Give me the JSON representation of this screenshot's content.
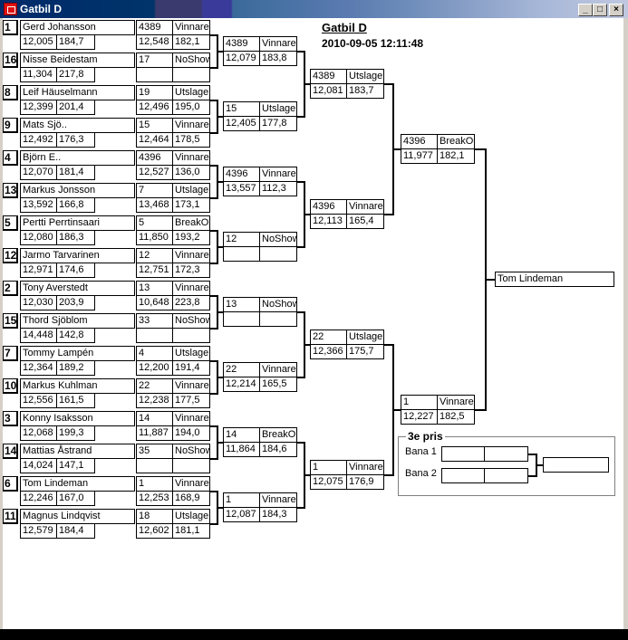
{
  "window": {
    "title": "Gatbil D",
    "minimize": "_",
    "maximize": "□",
    "close": "×"
  },
  "header": {
    "title": "Gatbil D",
    "datetime": "2010-09-05 12:11:48"
  },
  "players": [
    {
      "seed": "1",
      "name": "Gerd Johansson",
      "time": "12,005",
      "speed": "184,7"
    },
    {
      "seed": "16",
      "name": "Nisse Beidestam",
      "time": "11,304",
      "speed": "217,8"
    },
    {
      "seed": "8",
      "name": "Leif Häuselmann",
      "time": "12,399",
      "speed": "201,4"
    },
    {
      "seed": "9",
      "name": "Mats Sjö..",
      "time": "12,492",
      "speed": "176,3"
    },
    {
      "seed": "4",
      "name": "Björn E..",
      "time": "12,070",
      "speed": "181,4"
    },
    {
      "seed": "13",
      "name": "Markus Jonsson",
      "time": "13,592",
      "speed": "166,8"
    },
    {
      "seed": "5",
      "name": "Pertti Perrtinsaari",
      "time": "12,080",
      "speed": "186,3"
    },
    {
      "seed": "12",
      "name": "Jarmo Tarvarinen",
      "time": "12,971",
      "speed": "174,6"
    },
    {
      "seed": "2",
      "name": "Tony Averstedt",
      "time": "12,030",
      "speed": "203,9"
    },
    {
      "seed": "15",
      "name": "Thord Sjöblom",
      "time": "14,448",
      "speed": "142,8"
    },
    {
      "seed": "7",
      "name": "Tommy Lampén",
      "time": "12,364",
      "speed": "189,2"
    },
    {
      "seed": "10",
      "name": "Markus Kuhlman",
      "time": "12,556",
      "speed": "161,5"
    },
    {
      "seed": "3",
      "name": "Konny Isaksson",
      "time": "12,068",
      "speed": "199,3"
    },
    {
      "seed": "14",
      "name": "Mattias Åstrand",
      "time": "14,024",
      "speed": "147,1"
    },
    {
      "seed": "6",
      "name": "Tom Lindeman",
      "time": "12,246",
      "speed": "167,0"
    },
    {
      "seed": "11",
      "name": "Magnus Lindqvist",
      "time": "12,579",
      "speed": "184,4"
    }
  ],
  "rounds": [
    [
      {
        "num": "4389",
        "status": "Vinnare",
        "time": "12,548",
        "speed": "182,1"
      },
      {
        "num": "17",
        "status": "NoShow",
        "time": "",
        "speed": ""
      },
      {
        "num": "19",
        "status": "Utslagen",
        "time": "12,496",
        "speed": "195,0"
      },
      {
        "num": "15",
        "status": "Vinnare",
        "time": "12,464",
        "speed": "178,5"
      },
      {
        "num": "4396",
        "status": "Vinnare",
        "time": "12,527",
        "speed": "136,0"
      },
      {
        "num": "7",
        "status": "Utslagen",
        "time": "13,468",
        "speed": "173,1"
      },
      {
        "num": "5",
        "status": "BreakOut",
        "time": "11,850",
        "speed": "193,2"
      },
      {
        "num": "12",
        "status": "Vinnare",
        "time": "12,751",
        "speed": "172,3"
      },
      {
        "num": "13",
        "status": "Vinnare",
        "time": "10,648",
        "speed": "223,8"
      },
      {
        "num": "33",
        "status": "NoShow",
        "time": "",
        "speed": ""
      },
      {
        "num": "4",
        "status": "Utslagen",
        "time": "12,200",
        "speed": "191,4"
      },
      {
        "num": "22",
        "status": "Vinnare",
        "time": "12,238",
        "speed": "177,5"
      },
      {
        "num": "14",
        "status": "Vinnare",
        "time": "11,887",
        "speed": "194,0"
      },
      {
        "num": "35",
        "status": "NoShow",
        "time": "",
        "speed": ""
      },
      {
        "num": "1",
        "status": "Vinnare",
        "time": "12,253",
        "speed": "168,9"
      },
      {
        "num": "18",
        "status": "Utslagen",
        "time": "12,602",
        "speed": "181,1"
      }
    ],
    [
      {
        "num": "4389",
        "status": "Vinnare",
        "time": "12,079",
        "speed": "183,8"
      },
      {
        "num": "15",
        "status": "Utslagen",
        "time": "12,405",
        "speed": "177,8"
      },
      {
        "num": "4396",
        "status": "Vinnare",
        "time": "13,557",
        "speed": "112,3"
      },
      {
        "num": "12",
        "status": "NoShow",
        "time": "",
        "speed": ""
      },
      {
        "num": "13",
        "status": "NoShow",
        "time": "",
        "speed": ""
      },
      {
        "num": "22",
        "status": "Vinnare",
        "time": "12,214",
        "speed": "165,5"
      },
      {
        "num": "14",
        "status": "BreakOut",
        "time": "11,864",
        "speed": "184,6"
      },
      {
        "num": "1",
        "status": "Vinnare",
        "time": "12,087",
        "speed": "184,3"
      }
    ],
    [
      {
        "num": "4389",
        "status": "Utslagen",
        "time": "12,081",
        "speed": "183,7"
      },
      {
        "num": "4396",
        "status": "Vinnare",
        "time": "12,113",
        "speed": "165,4"
      },
      {
        "num": "22",
        "status": "Utslagen",
        "time": "12,366",
        "speed": "175,7"
      },
      {
        "num": "1",
        "status": "Vinnare",
        "time": "12,075",
        "speed": "176,9"
      }
    ],
    [
      {
        "num": "4396",
        "status": "BreakOut",
        "time": "11,977",
        "speed": "182,1"
      },
      {
        "num": "1",
        "status": "Vinnare",
        "time": "12,227",
        "speed": "182,5"
      }
    ]
  ],
  "final": {
    "winner": "Tom Lindeman"
  },
  "third_place": {
    "label": "3e pris",
    "lane1": "Bana 1",
    "lane2": "Bana 2"
  }
}
